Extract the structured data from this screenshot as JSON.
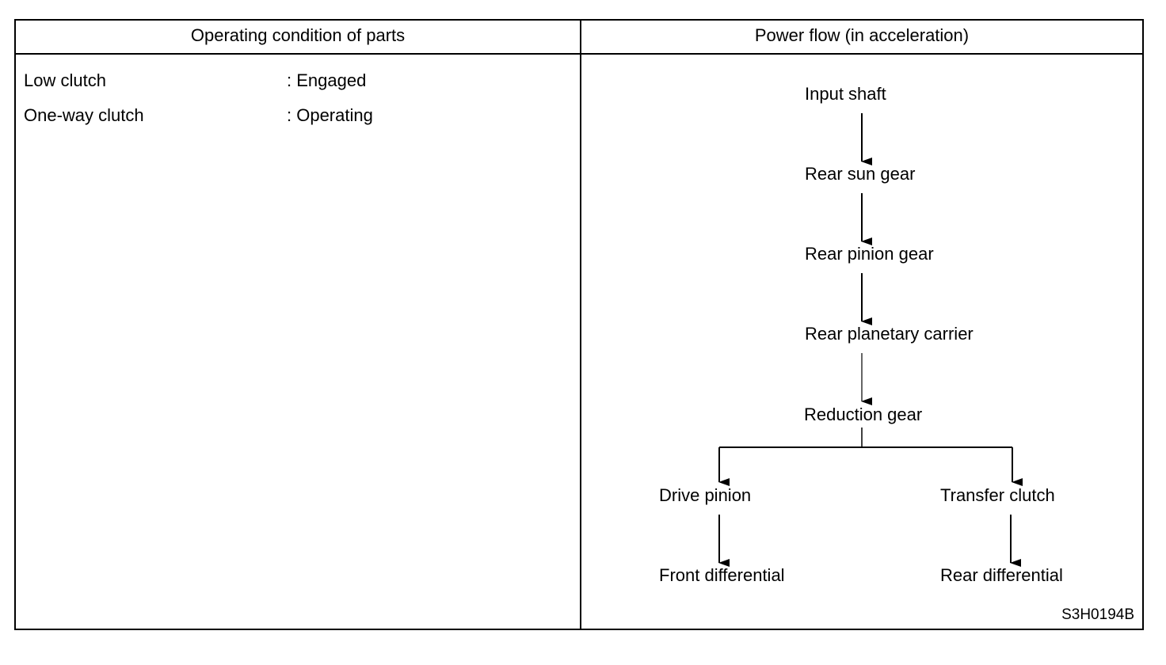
{
  "headers": {
    "left": "Operating condition of parts",
    "right": "Power flow (in acceleration)"
  },
  "conditions": [
    {
      "part": "Low clutch",
      "state": ": Engaged"
    },
    {
      "part": "One-way clutch",
      "state": ": Operating"
    }
  ],
  "flow": {
    "input_shaft": "Input shaft",
    "rear_sun_gear": "Rear sun gear",
    "rear_pinion_gear": "Rear pinion gear",
    "rear_planetary_carrier": "Rear planetary carrier",
    "reduction_gear": "Reduction gear",
    "drive_pinion": "Drive pinion",
    "transfer_clutch": "Transfer clutch",
    "front_differential": "Front differential",
    "rear_differential": "Rear differential"
  },
  "figure_code": "S3H0194B"
}
